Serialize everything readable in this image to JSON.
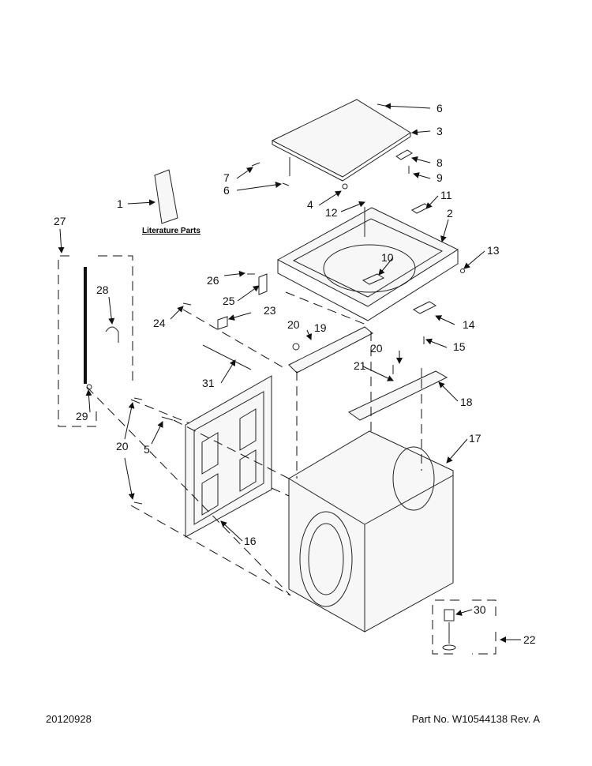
{
  "footer": {
    "date": "20120928",
    "part_number": "Part No.  W10544138  Rev.  A"
  },
  "literature_label": "Literature Parts",
  "callouts": [
    "1",
    "2",
    "3",
    "4",
    "5",
    "6",
    "6",
    "7",
    "8",
    "9",
    "10",
    "11",
    "12",
    "13",
    "14",
    "15",
    "16",
    "17",
    "18",
    "19",
    "20",
    "20",
    "20",
    "21",
    "22",
    "23",
    "24",
    "25",
    "26",
    "27",
    "28",
    "29",
    "30",
    "31"
  ]
}
